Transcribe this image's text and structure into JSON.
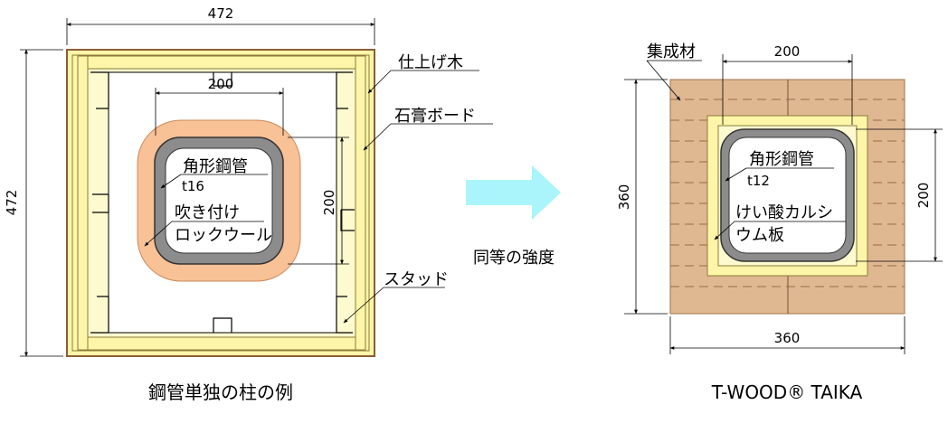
{
  "left": {
    "dim_width": "472",
    "dim_height": "472",
    "dim_inner_width": "200",
    "dim_inner_height": "200",
    "label_finish_wood": "仕上げ木",
    "label_gypsum_board": "石膏ボード",
    "label_steel_tube": "角形鋼管",
    "label_thickness": "t16",
    "label_rockwool_1": "吹き付け",
    "label_rockwool_2": "ロックウール",
    "label_stud": "スタッド",
    "caption": "鋼管単独の柱の例"
  },
  "middle": {
    "label_equal_strength": "同等の強度"
  },
  "right": {
    "label_glulam": "集成材",
    "dim_top": "200",
    "dim_bottom": "360",
    "dim_left": "360",
    "dim_right": "200",
    "label_steel_tube": "角形鋼管",
    "label_thickness": "t12",
    "label_calcium_1": "けい酸カルシ",
    "label_calcium_2": "ウム板",
    "caption": "T-WOOD® TAIKA"
  },
  "colors": {
    "wood_frame": "#fdf6a8",
    "wood_edge": "#8b5e34",
    "rockwool": "#f8c196",
    "steel_tube": "#8c8c8c",
    "glulam": "#dfb892",
    "arrow": "#a9f5fb"
  }
}
